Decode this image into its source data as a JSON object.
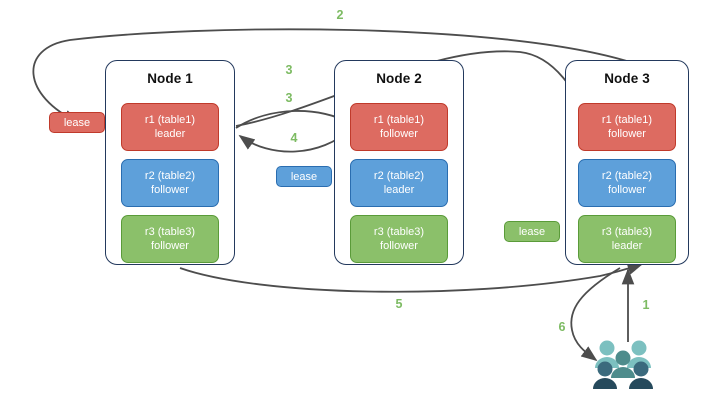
{
  "diagram": {
    "title_text": "",
    "colors": {
      "replica_red": "#dd6b61",
      "replica_red_border": "#c03a2b",
      "replica_blue": "#5ea0da",
      "replica_blue_border": "#2a6db0",
      "replica_green": "#8bc06a",
      "replica_green_border": "#5a9b39",
      "node_border": "#23395d",
      "arrow": "#4d4d4d",
      "step_label": "#7dbb63",
      "users_light": "#7cc0c0",
      "users_mid": "#4e8c8c",
      "users_dark": "#3b6a7d",
      "users_darkest": "#264a5c",
      "background": "#ffffff"
    },
    "nodes": [
      {
        "id": "node-1",
        "title": "Node 1",
        "replicas": [
          {
            "name": "r1 (table1)",
            "role": "leader",
            "color": "red"
          },
          {
            "name": "r2 (table2)",
            "role": "follower",
            "color": "blue"
          },
          {
            "name": "r3 (table3)",
            "role": "follower",
            "color": "green"
          }
        ]
      },
      {
        "id": "node-2",
        "title": "Node 2",
        "replicas": [
          {
            "name": "r1 (table1)",
            "role": "follower",
            "color": "red"
          },
          {
            "name": "r2 (table2)",
            "role": "leader",
            "color": "blue"
          },
          {
            "name": "r3 (table3)",
            "role": "follower",
            "color": "green"
          }
        ]
      },
      {
        "id": "node-3",
        "title": "Node 3",
        "replicas": [
          {
            "name": "r1 (table1)",
            "role": "follower",
            "color": "red"
          },
          {
            "name": "r2 (table2)",
            "role": "follower",
            "color": "blue"
          },
          {
            "name": "r3 (table3)",
            "role": "leader",
            "color": "green"
          }
        ]
      }
    ],
    "leases": [
      {
        "id": "lease-r1",
        "label": "lease",
        "color": "red"
      },
      {
        "id": "lease-r2",
        "label": "lease",
        "color": "blue"
      },
      {
        "id": "lease-r3",
        "label": "lease",
        "color": "green"
      }
    ],
    "steps": [
      {
        "id": "step-1",
        "label": "1"
      },
      {
        "id": "step-2",
        "label": "2"
      },
      {
        "id": "step-3a",
        "label": "3"
      },
      {
        "id": "step-3b",
        "label": "3"
      },
      {
        "id": "step-4",
        "label": "4"
      },
      {
        "id": "step-5",
        "label": "5"
      },
      {
        "id": "step-6",
        "label": "6"
      }
    ],
    "actors": {
      "users_label": "users"
    }
  }
}
